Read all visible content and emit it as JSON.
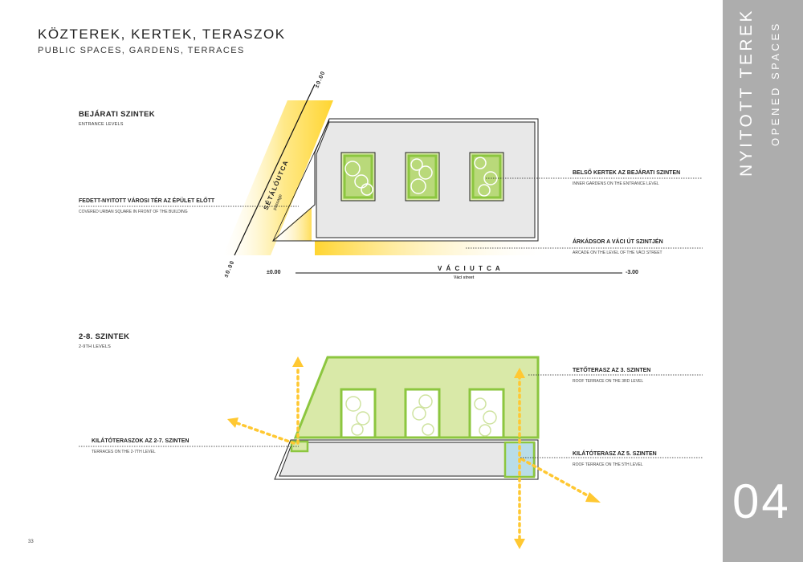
{
  "header": {
    "title": "KÖZTEREK, KERTEK, TERASZOK",
    "subtitle": "PUBLIC SPACES, GARDENS, TERRACES"
  },
  "section1": {
    "heading": "BEJÁRATI SZINTEK",
    "subheading": "ENTRANCE LEVELS",
    "labels": {
      "covered_square": "FEDETT-NYITOTT VÁROSI TÉR AZ ÉPÜLET ELŐTT",
      "covered_square_en": "COVERED URBAN SQUARE IN FRONT OF THE BUILDING",
      "inner_gardens": "BELSŐ KERTEK AZ BEJÁRATI SZINTEN",
      "inner_gardens_en": "INNER GARDENS ON THE ENTRANCE LEVEL",
      "arcade": "ÁRKÁDSOR A VÁCI ÚT SZINTJÉN",
      "arcade_en": "ARCADE ON THE LEVEL OF THE VÁCI STREET"
    },
    "street": {
      "name": "V Á C I   U T C A",
      "name_en": "Váci street",
      "level_left": "±0.00",
      "level_right": "-3.00"
    },
    "passage": {
      "name": "SÉTÁLÓUTCA",
      "name_en": "passage",
      "level_top": "±0.00",
      "level_bottom": "±0.00"
    }
  },
  "section2": {
    "heading": "2-8. SZINTEK",
    "subheading": "2-9TH  LEVELS",
    "labels": {
      "roof_terrace_3": "TETŐTERASZ AZ 3. SZINTEN",
      "roof_terrace_3_en": "ROOF TERRACE ON THE 3RD LEVEL",
      "lookout_2_7": "KILÁTÓTERASZOK AZ 2-7. SZINTEN",
      "lookout_2_7_en": "TERRACES ON THE 2-7TH LEVEL",
      "lookout_5": "KILÁTÓTERASZ AZ 5. SZINTEN",
      "lookout_5_en": "ROOF TERRACE ON THE 5TH LEVEL"
    }
  },
  "sidebar": {
    "title": "NYITOTT TEREK",
    "subtitle": "OPENED SPACES",
    "number": "04"
  },
  "footer": {
    "page_number": "33"
  },
  "colors": {
    "garden_green": "#8cc63f",
    "garden_fill": "#d9e9a8",
    "accent_yellow": "#ffd83a",
    "arrow_yellow": "#ffc832",
    "building_gray": "#e6e6e6",
    "sidebar_gray": "#adadad"
  }
}
